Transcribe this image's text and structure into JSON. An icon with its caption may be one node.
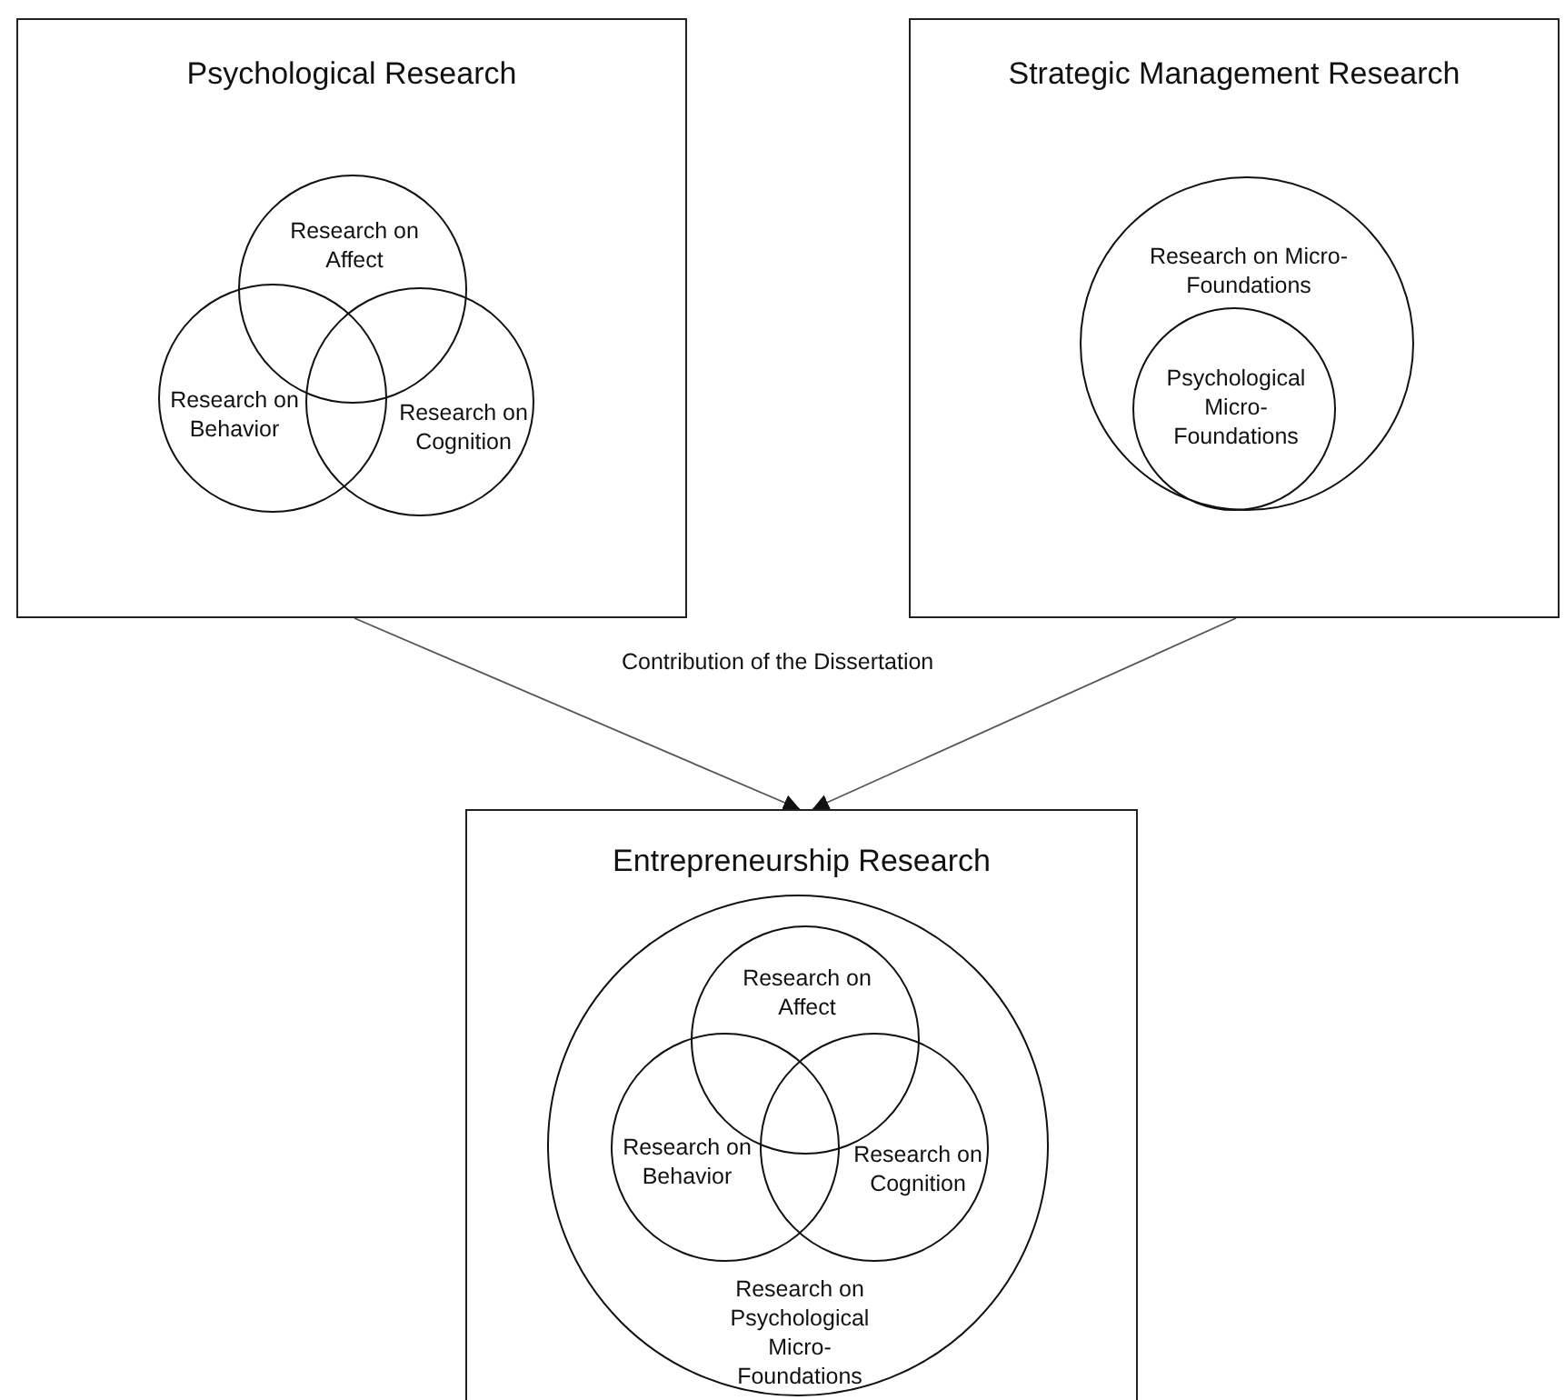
{
  "diagram": {
    "nodes": [
      {
        "text": [
          "Psychological Research"
        ]
      },
      {
        "text": [
          "Research on Affect"
        ],
        "in": 0
      },
      {
        "text": [
          "Research on Behavior"
        ],
        "in": 0
      },
      {
        "text": [
          "Research on Cognition"
        ],
        "in": 0
      },
      {
        "text": [
          "Strategic Management Research"
        ]
      },
      {
        "text": [
          "Research on Micro- Foundations"
        ],
        "in": 4
      },
      {
        "text": [
          "Psychological Micro- Foundations"
        ],
        "in": 5
      },
      {
        "text": [
          "Entrepreneurship Research"
        ]
      },
      {
        "text": [
          "Research on Psychological Micro- Foundations"
        ],
        "in": 7
      },
      {
        "text": [
          "Research on Affect"
        ],
        "in": 8
      },
      {
        "text": [
          "Research on Behavior"
        ],
        "in": 8
      },
      {
        "text": [
          "Research on Cognition"
        ],
        "in": 8
      }
    ],
    "edges": [
      {
        "from": 0,
        "to": 7,
        "arrow": "to"
      },
      {
        "from": 4,
        "to": 7,
        "arrow": "to"
      }
    ],
    "labels": [
      "Contribution of the Dissertation"
    ]
  }
}
